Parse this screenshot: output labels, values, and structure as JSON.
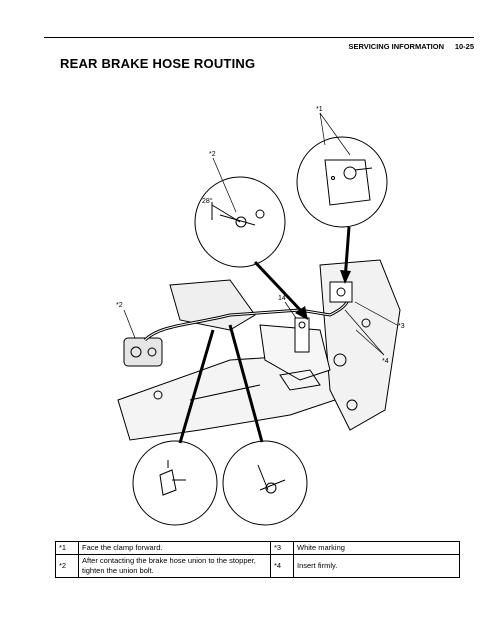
{
  "header": {
    "section": "SERVICING INFORMATION",
    "page_number": "10-25"
  },
  "title": "REAR BRAKE HOSE ROUTING",
  "figure": {
    "callouts": {
      "c1": "*1",
      "c2_top": "*2",
      "c2_left": "*2",
      "c3": "*3",
      "c4": "*4",
      "angle_28": "28°",
      "angle_14": "14°"
    }
  },
  "notes": [
    {
      "num": "*1",
      "text": "Face the clamp forward.",
      "num2": "*3",
      "text2": "White marking"
    },
    {
      "num": "*2",
      "text": "After contacting the brake hose union to the stopper, tighten the union bolt.",
      "num2": "*4",
      "text2": "Insert firmly."
    }
  ]
}
